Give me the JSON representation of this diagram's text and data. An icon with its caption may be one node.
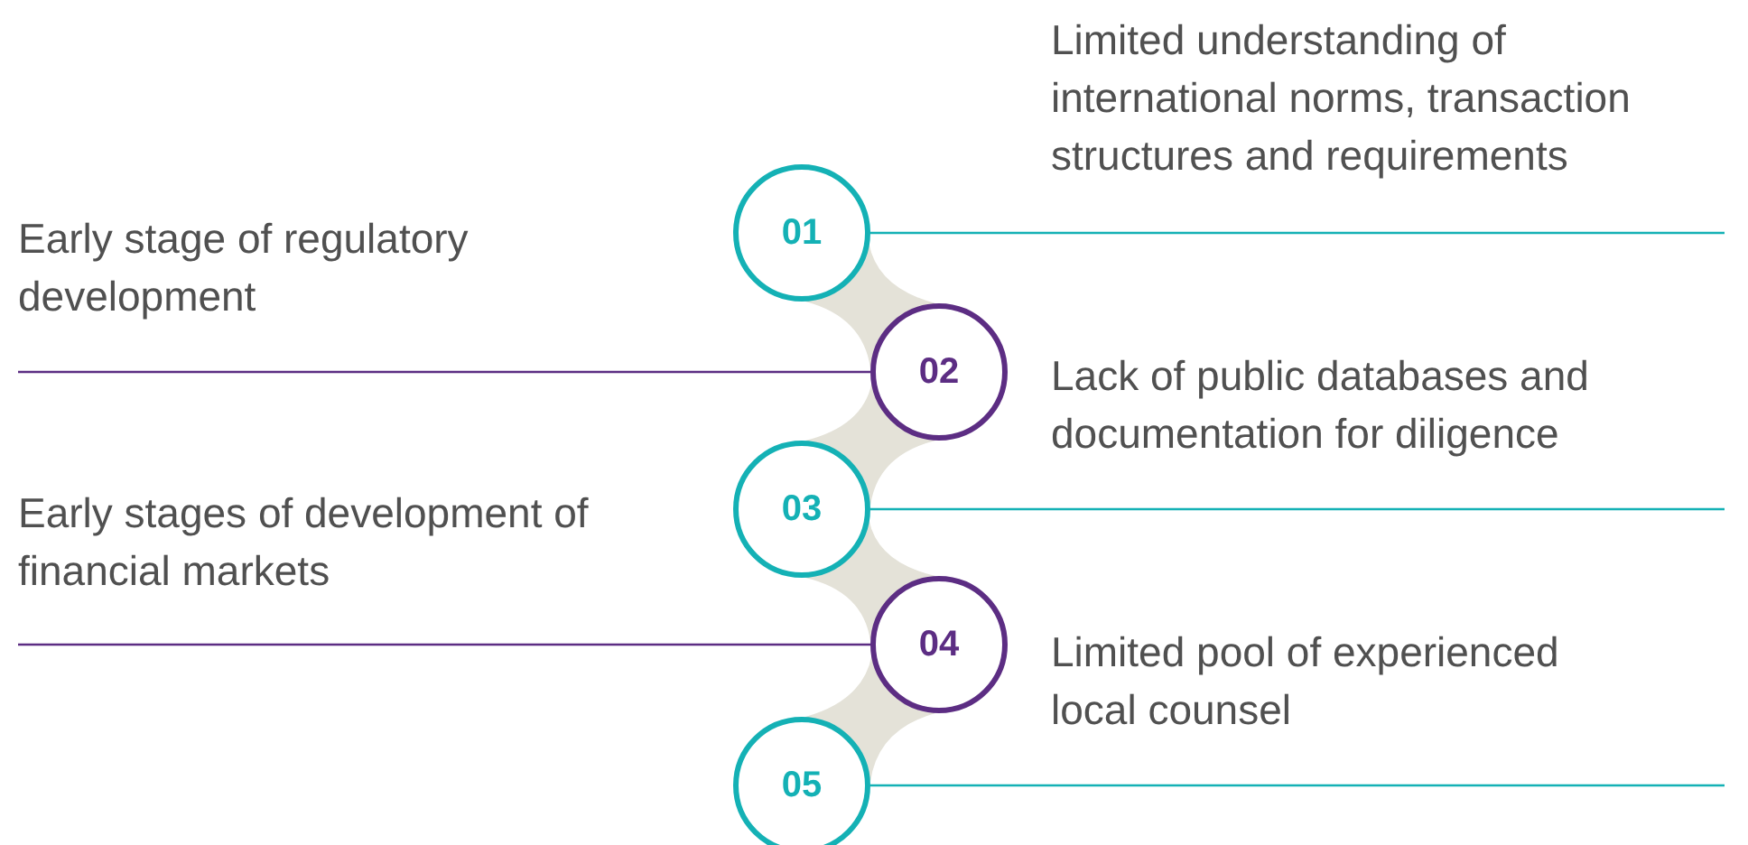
{
  "diagram": {
    "nodes": [
      {
        "text": [
          "01"
        ]
      },
      {
        "text": [
          "02"
        ]
      },
      {
        "text": [
          "03"
        ]
      },
      {
        "text": [
          "04"
        ]
      },
      {
        "text": [
          "05"
        ]
      }
    ],
    "edges": [
      {
        "from": 0,
        "to": null,
        "arrow": "none",
        "label": "Limited understanding of international norms, transaction structures and requirements"
      },
      {
        "from": 1,
        "to": null,
        "arrow": "none",
        "color": "#5c2d83",
        "label": "Early stage of regulatory development"
      },
      {
        "from": 2,
        "to": null,
        "arrow": "none",
        "label": "Lack of public databases and documentation for diligence"
      },
      {
        "from": 3,
        "to": null,
        "arrow": "none",
        "color": "#5c2d83",
        "label": "Early stages of development of financial markets"
      },
      {
        "from": 4,
        "to": null,
        "arrow": "none",
        "label": "Limited pool of experienced local counsel"
      }
    ]
  }
}
